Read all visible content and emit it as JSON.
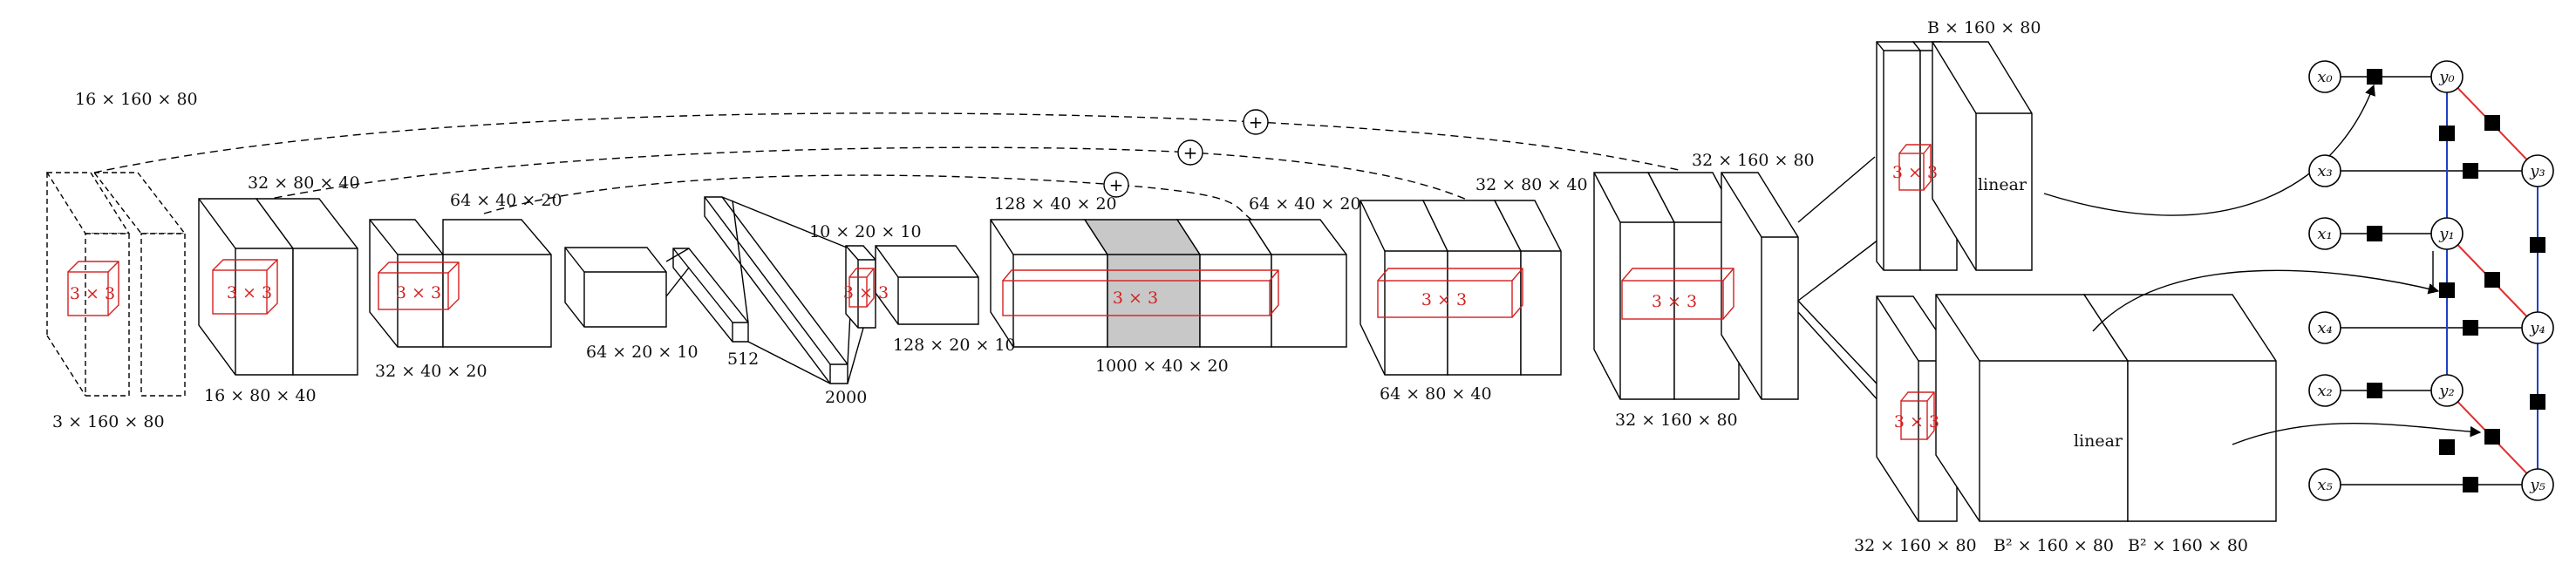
{
  "dims": {
    "in_top": "16 × 160 × 80",
    "in_bottom": "3 × 160 × 80",
    "e1_top": "32 × 80 × 40",
    "e1_bottom": "16 × 80 × 40",
    "e2_top": "64 × 40 × 20",
    "e2_bottom": "32 × 40 × 20",
    "e3_bottom": "64 × 20 × 10",
    "fc1": "512",
    "fc2": "2000",
    "r1_top": "10 × 20 × 10",
    "r1_bottom": "128 × 20 × 10",
    "d1_top": "128 × 40 × 20",
    "d1_bottom": "1000 × 40 × 20",
    "d1_right_top": "64 × 40 × 20",
    "d2_top": "32 × 80 × 40",
    "d2_bottom": "64 × 80 × 40",
    "d3_top": "32 × 160 × 80",
    "d3_bottom": "32 × 160 × 80",
    "h1_top": "B × 160 × 80",
    "h2_bottom_a": "32 × 160 × 80",
    "h2_bottom_b": "B² × 160 × 80",
    "h2_bottom_c": "B² × 160 × 80"
  },
  "kernel": "3 × 3",
  "linear": "linear",
  "plus": "+",
  "graph": {
    "x0": "x₀",
    "x1": "x₁",
    "x2": "x₂",
    "x3": "x₃",
    "x4": "x₄",
    "x5": "x₅",
    "y0": "y₀",
    "y1": "y₁",
    "y2": "y₂",
    "y3": "y₃",
    "y4": "y₄",
    "y5": "y₅"
  },
  "colors": {
    "kernel": "#d42020",
    "gray_block": "#c8c8c8",
    "red_edge": "#e03030",
    "blue_edge": "#2040c0"
  }
}
